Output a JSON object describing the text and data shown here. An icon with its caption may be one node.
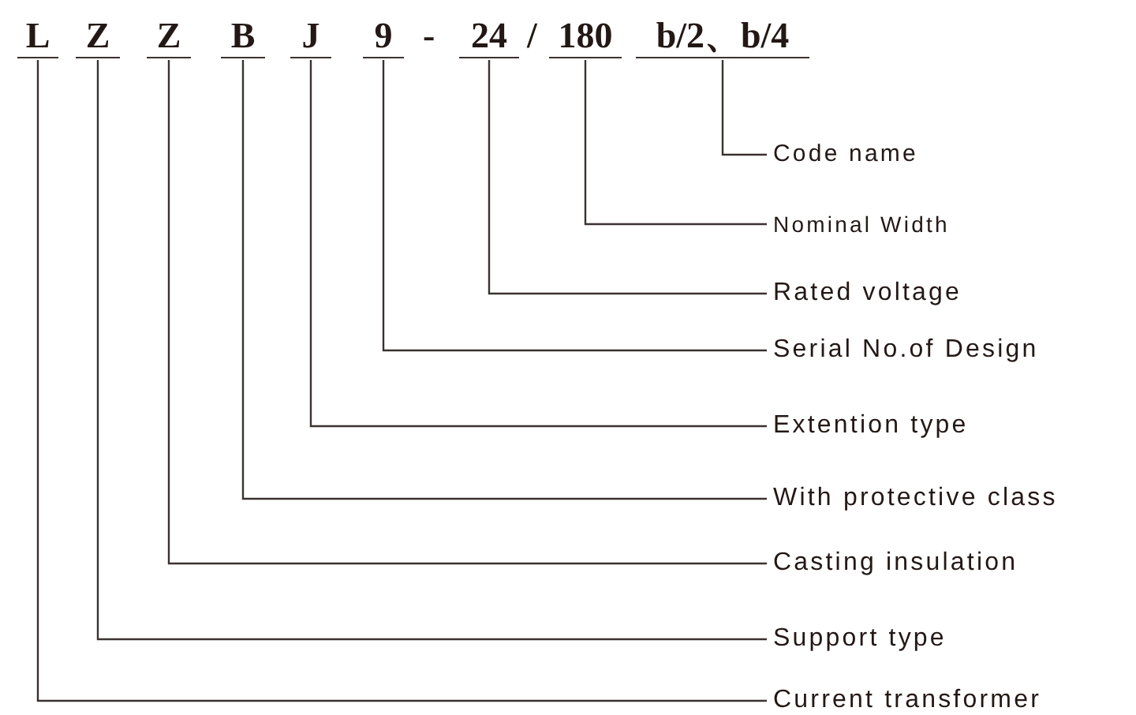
{
  "diagram": {
    "nodes": [
      {
        "text": [
          "L"
        ]
      },
      {
        "text": [
          "Z"
        ]
      },
      {
        "text": [
          "Z"
        ]
      },
      {
        "text": [
          "B"
        ]
      },
      {
        "text": [
          "J"
        ]
      },
      {
        "text": [
          "9"
        ]
      },
      {
        "text": [
          "24"
        ]
      },
      {
        "text": [
          "180"
        ]
      },
      {
        "text": [
          "b/2、b/4"
        ]
      },
      {
        "text": [
          "Code name"
        ]
      },
      {
        "text": [
          "Nominal Width"
        ]
      },
      {
        "text": [
          "Rated voltage"
        ]
      },
      {
        "text": [
          "Serial No.of Design"
        ]
      },
      {
        "text": [
          "Extention type"
        ]
      },
      {
        "text": [
          "With protective class"
        ]
      },
      {
        "text": [
          "Casting insulation"
        ]
      },
      {
        "text": [
          "Support type"
        ]
      },
      {
        "text": [
          "Current transformer"
        ]
      }
    ],
    "edges": [
      {
        "from": 8,
        "to": 9,
        "arrow": "none"
      },
      {
        "from": 7,
        "to": 10,
        "arrow": "none"
      },
      {
        "from": 6,
        "to": 11,
        "arrow": "none"
      },
      {
        "from": 5,
        "to": 12,
        "arrow": "none"
      },
      {
        "from": 4,
        "to": 13,
        "arrow": "none"
      },
      {
        "from": 3,
        "to": 14,
        "arrow": "none"
      },
      {
        "from": 2,
        "to": 15,
        "arrow": "none"
      },
      {
        "from": 1,
        "to": 16,
        "arrow": "none"
      },
      {
        "from": 0,
        "to": 17,
        "arrow": "none"
      }
    ],
    "labels": [
      "-",
      "/"
    ]
  }
}
